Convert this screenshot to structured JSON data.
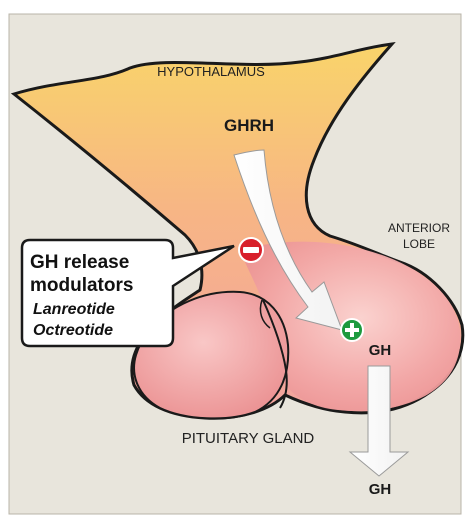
{
  "title": "HYPOTHALAMUS",
  "labels": {
    "ghrh": "GHRH",
    "anterior_line1": "ANTERIOR",
    "anterior_line2": "LOBE",
    "gh_mid": "GH",
    "gh_bottom": "GH",
    "pituitary": "PITUITARY GLAND"
  },
  "callout": {
    "line1": "GH release",
    "line2": "modulators",
    "drug1": "Lanreotide",
    "drug2": "Octreotide"
  },
  "symbols": {
    "inhibit": "minus-icon",
    "stimulate": "plus-icon"
  },
  "colors": {
    "background": "#e8e5dc",
    "hypothalamus_top": "#f9d46a",
    "gland": "#f09b9b",
    "inhibit": "#d8202b",
    "stimulate": "#1d9a3e",
    "outline": "#1a1a1a"
  }
}
